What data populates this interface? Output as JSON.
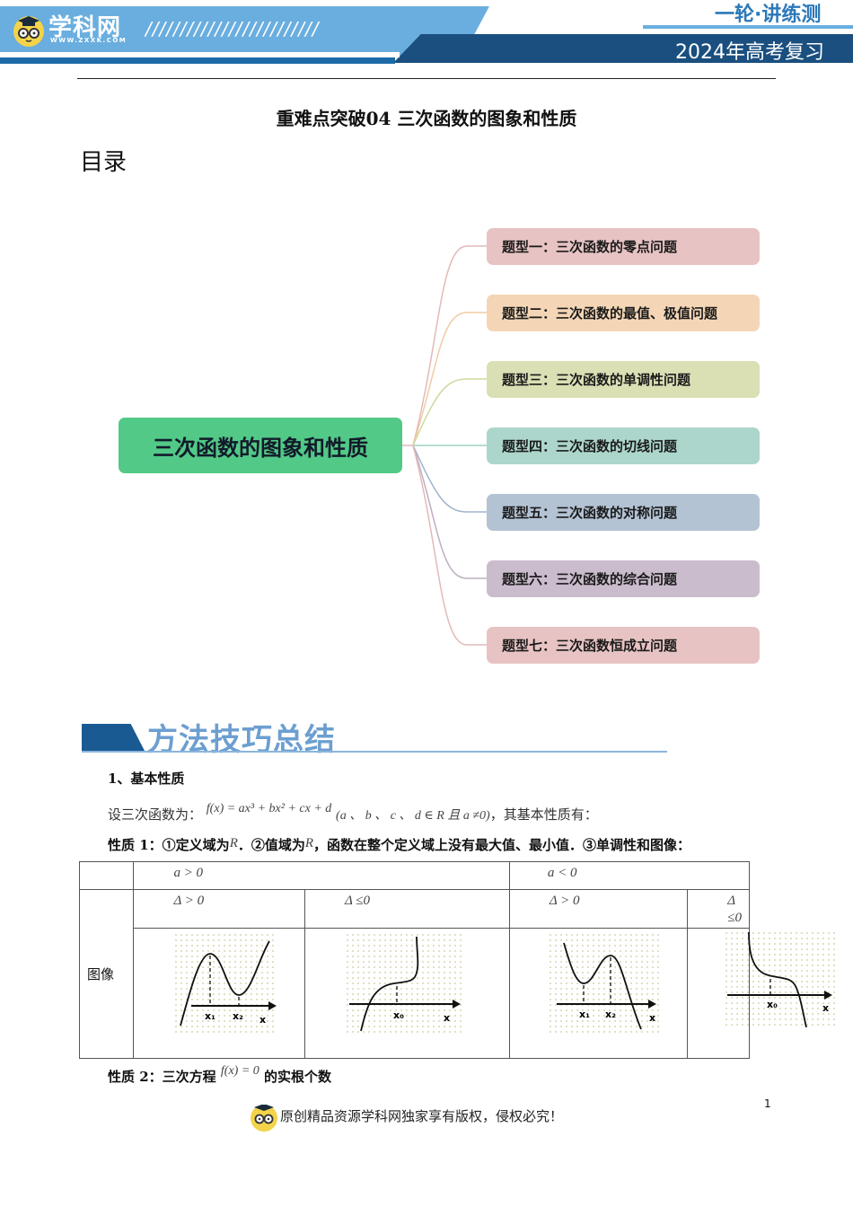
{
  "header": {
    "logo_text": "学科网",
    "logo_url": "WWW.ZXXK.COM",
    "slashes": "/////////////////////////",
    "series": "一轮·讲练测",
    "year_label": "2024年高考复习",
    "colors": {
      "light_blue": "#6aaedf",
      "dark_blue": "#1a4f7f",
      "logo_yellow": "#f3d34a"
    }
  },
  "document": {
    "title": "重难点突破04 三次函数的图象和性质",
    "toc_heading": "目录"
  },
  "mindmap": {
    "root": {
      "label": "三次函数的图象和性质",
      "color": "#52c987"
    },
    "nodes": [
      {
        "label": "题型一：三次函数的零点问题",
        "color": "#e8c3c3",
        "line": "#e3b9b9"
      },
      {
        "label": "题型二：三次函数的最值、极值问题",
        "color": "#f4d6b6",
        "line": "#f1cba3"
      },
      {
        "label": "题型三：三次函数的单调性问题",
        "color": "#dbdfb4",
        "line": "#cdd89f"
      },
      {
        "label": "题型四：三次函数的切线问题",
        "color": "#acd6cc",
        "line": "#9fd1c5"
      },
      {
        "label": "题型五：三次函数的对称问题",
        "color": "#b3c3d4",
        "line": "#9fb4cb"
      },
      {
        "label": "题型六：三次函数的综合问题",
        "color": "#cbbccd",
        "line": "#bfaec2"
      },
      {
        "label": "题型七：三次函数恒成立问题",
        "color": "#e8c3c3",
        "line": "#e3b9b9"
      }
    ]
  },
  "section": {
    "title": "方法技巧总结",
    "sub1": "1、基本性质",
    "intro_prefix": "设三次函数为：",
    "formula": "f(x) = ax³ + bx² + cx + d",
    "condition": "(a 、 b 、 c 、 d ∈ R 且 a ≠0)",
    "intro_suffix": "，其基本性质有：",
    "prop1_label": "性质 1：",
    "prop1_text_a": "①定义域为",
    "prop1_R1": "R",
    "prop1_text_b": "．②值域为",
    "prop1_R2": "R",
    "prop1_text_c": "，函数在整个定义域上没有最大值、最小值．③单调性和图像：",
    "prop2_label": "性质 2：三次方程",
    "prop2_formula": "f(x) = 0",
    "prop2_suffix": "的实根个数"
  },
  "table": {
    "row_label": "图像",
    "cols": [
      {
        "a_cond": "a > 0",
        "cases": [
          {
            "delta": "Δ > 0",
            "labels": [
              "x₁",
              "x₂",
              "x"
            ]
          },
          {
            "delta": "Δ ≤0",
            "labels": [
              "x₀",
              "x"
            ]
          }
        ]
      },
      {
        "a_cond": "a < 0",
        "cases": [
          {
            "delta": "Δ > 0",
            "labels": [
              "x₁",
              "x₂",
              "x"
            ]
          },
          {
            "delta": "Δ ≤0",
            "labels": [
              "x₀",
              "x"
            ]
          }
        ]
      }
    ]
  },
  "footer": {
    "copyright": "原创精品资源学科网独家享有版权，侵权必究！",
    "page_number": "1"
  }
}
